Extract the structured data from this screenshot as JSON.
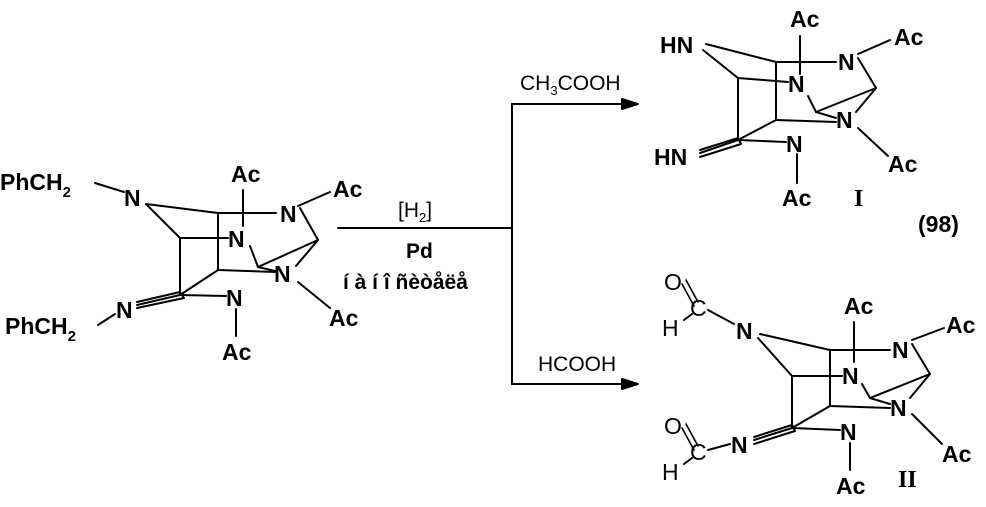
{
  "reactant": {
    "substituent_top": "PhCH",
    "substituent_bottom": "PhCH",
    "sub_2": "2",
    "n": "N",
    "ac": "Ac"
  },
  "conditions": {
    "reagent": "[H",
    "reagent_sub": "2",
    "reagent_close": "]",
    "catalyst": "Pd",
    "solvent": "í à í î ñèòåëå"
  },
  "upper_branch": {
    "acid_prefix": "CH",
    "acid_sub": "3",
    "acid_suffix": "COOH",
    "product_label": "I",
    "yield": "(98)"
  },
  "lower_branch": {
    "acid": "HCOOH",
    "product_label": "II"
  },
  "product_atoms": {
    "hn": "HN",
    "o": "O",
    "c": "C",
    "h": "H"
  }
}
